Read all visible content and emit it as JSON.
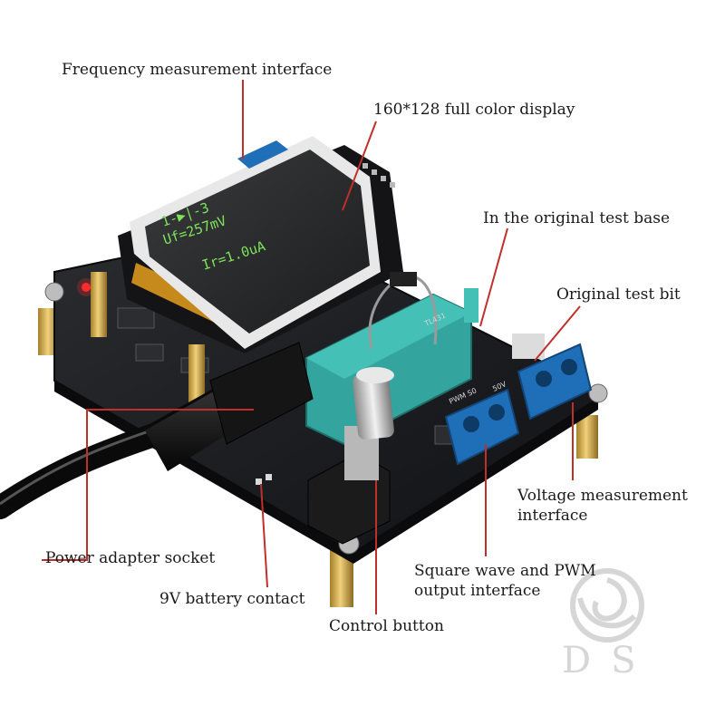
{
  "labels": {
    "frequency": "Frequency measurement interface",
    "display": "160*128 full color display",
    "test_base": "In the original test base",
    "test_bit": "Original test bit",
    "voltage": [
      "Voltage measurement",
      "interface"
    ],
    "power": "Power adapter socket",
    "pwm": [
      "Square wave and PWM",
      "output interface"
    ],
    "battery": "9V battery contact",
    "control": "Control button"
  },
  "screen_readout": {
    "line1": "1-▶|-3",
    "line2": "Uf=257mV",
    "line3": "Ir=1.0uA"
  },
  "silkscreen": {
    "pwm_terminal": "PWM S0",
    "voltage_terminal": "50V",
    "chip": "TL431"
  },
  "watermark": "DS",
  "colors": {
    "callout_line": "#c0302a",
    "pcb": "#1b1d20",
    "zif_socket": "#33a59e",
    "terminal_block": "#1f6fb8",
    "screen_text": "#7fe35a",
    "standoff": "#d8b24c"
  }
}
